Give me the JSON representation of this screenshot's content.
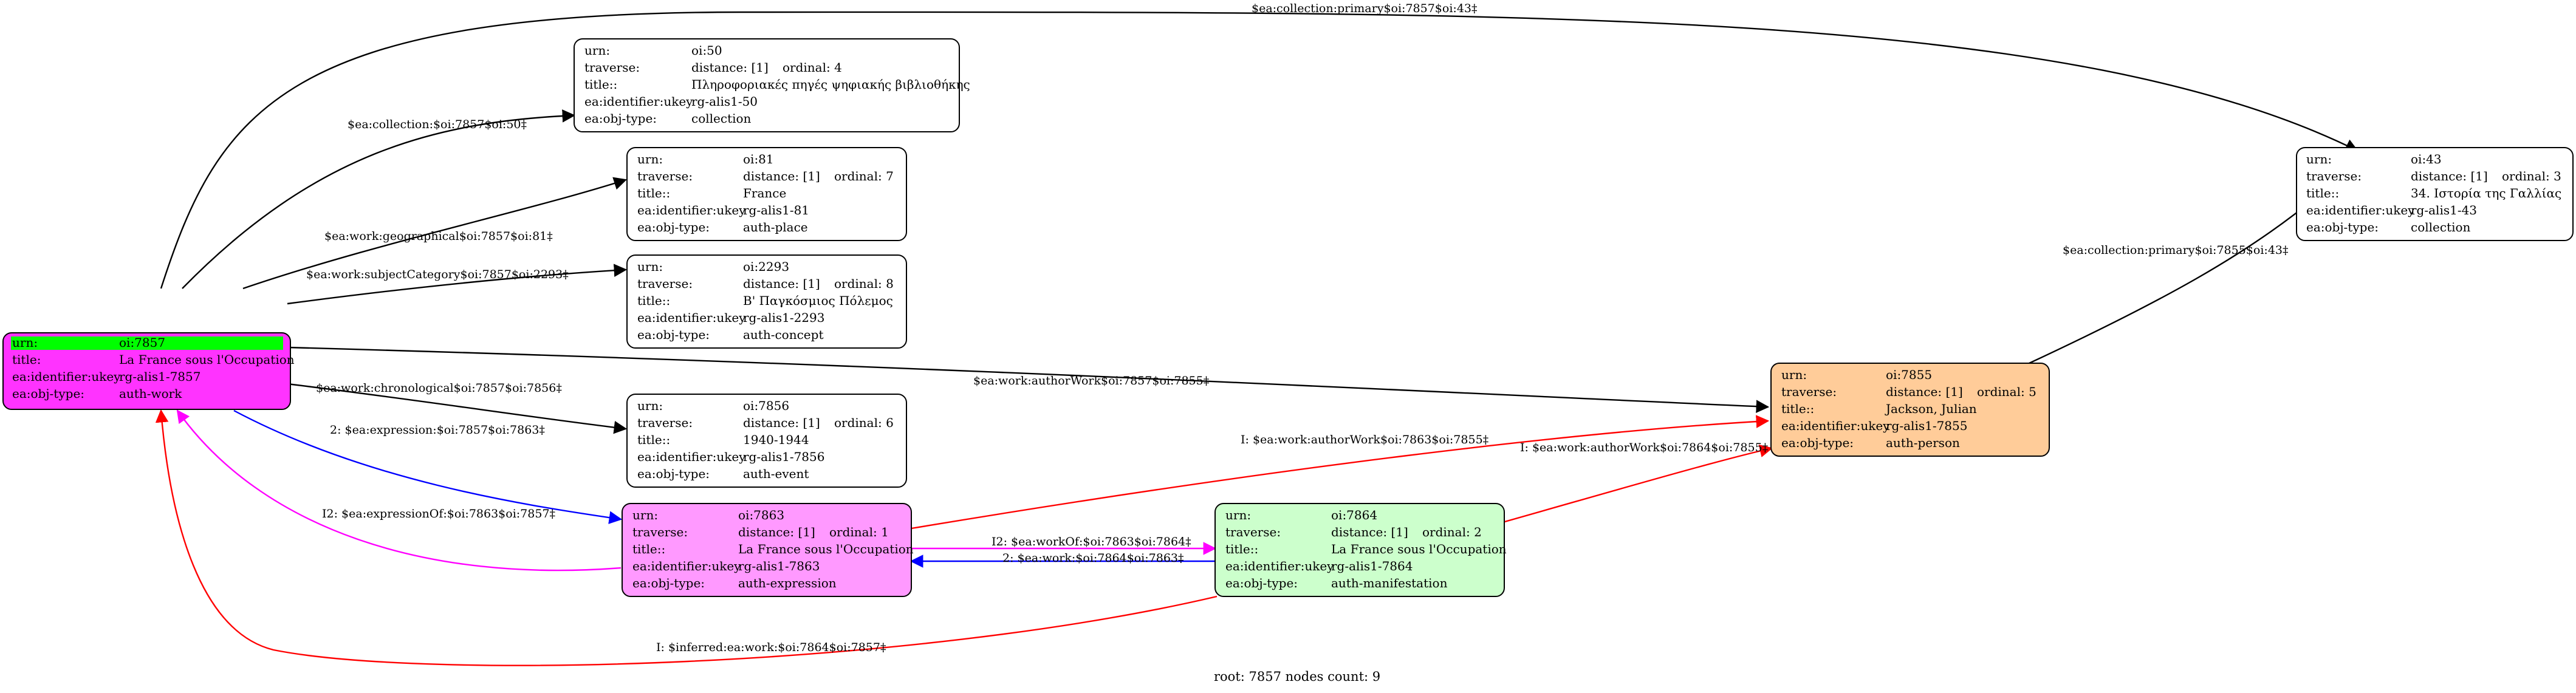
{
  "caption": "root: 7857 nodes count: 9",
  "colors": {
    "root_fill": "#ff33ff",
    "root_urn_highlight": "#00ff00",
    "expression_fill": "#ff99ff",
    "manifestation_fill": "#ccffcc",
    "person_fill": "#ffcc99",
    "default_fill": "#ffffff",
    "edge_black": "#000000",
    "edge_red": "#ff0000",
    "edge_blue": "#0000ff",
    "edge_magenta": "#ff00ff"
  },
  "nodes": {
    "n7857": {
      "urn_k": "urn:",
      "urn_v": "oi:7857",
      "title_k": "title:",
      "title_v": "La France sous l'Occupation",
      "ukey_k": "ea:identifier:ukey",
      "ukey_v": "rg-alis1-7857",
      "type_k": "ea:obj-type:",
      "type_v": "auth-work"
    },
    "n50": {
      "urn_k": "urn:",
      "urn_v": "oi:50",
      "trav_k": "traverse:",
      "dist_v": "distance: [1]",
      "ord_v": "ordinal: 4",
      "title_k": "title::",
      "title_v": "Πληροφοριακές πηγές ψηφιακής βιβλιοθήκης",
      "ukey_k": "ea:identifier:ukey",
      "ukey_v": "rg-alis1-50",
      "type_k": "ea:obj-type:",
      "type_v": "collection"
    },
    "n81": {
      "urn_k": "urn:",
      "urn_v": "oi:81",
      "trav_k": "traverse:",
      "dist_v": "distance: [1]",
      "ord_v": "ordinal: 7",
      "title_k": "title::",
      "title_v": "France",
      "ukey_k": "ea:identifier:ukey",
      "ukey_v": "rg-alis1-81",
      "type_k": "ea:obj-type:",
      "type_v": "auth-place"
    },
    "n2293": {
      "urn_k": "urn:",
      "urn_v": "oi:2293",
      "trav_k": "traverse:",
      "dist_v": "distance: [1]",
      "ord_v": "ordinal: 8",
      "title_k": "title::",
      "title_v": "Β' Παγκόσμιος Πόλεμος",
      "ukey_k": "ea:identifier:ukey",
      "ukey_v": "rg-alis1-2293",
      "type_k": "ea:obj-type:",
      "type_v": "auth-concept"
    },
    "n7856": {
      "urn_k": "urn:",
      "urn_v": "oi:7856",
      "trav_k": "traverse:",
      "dist_v": "distance: [1]",
      "ord_v": "ordinal: 6",
      "title_k": "title::",
      "title_v": "1940-1944",
      "ukey_k": "ea:identifier:ukey",
      "ukey_v": "rg-alis1-7856",
      "type_k": "ea:obj-type:",
      "type_v": "auth-event"
    },
    "n7863": {
      "urn_k": "urn:",
      "urn_v": "oi:7863",
      "trav_k": "traverse:",
      "dist_v": "distance: [1]",
      "ord_v": "ordinal: 1",
      "title_k": "title::",
      "title_v": "La France sous l'Occupation",
      "ukey_k": "ea:identifier:ukey",
      "ukey_v": "rg-alis1-7863",
      "type_k": "ea:obj-type:",
      "type_v": "auth-expression"
    },
    "n7864": {
      "urn_k": "urn:",
      "urn_v": "oi:7864",
      "trav_k": "traverse:",
      "dist_v": "distance: [1]",
      "ord_v": "ordinal: 2",
      "title_k": "title::",
      "title_v": "La France sous l'Occupation",
      "ukey_k": "ea:identifier:ukey",
      "ukey_v": "rg-alis1-7864",
      "type_k": "ea:obj-type:",
      "type_v": "auth-manifestation"
    },
    "n7855": {
      "urn_k": "urn:",
      "urn_v": "oi:7855",
      "trav_k": "traverse:",
      "dist_v": "distance: [1]",
      "ord_v": "ordinal: 5",
      "title_k": "title::",
      "title_v": "Jackson, Julian",
      "ukey_k": "ea:identifier:ukey",
      "ukey_v": "rg-alis1-7855",
      "type_k": "ea:obj-type:",
      "type_v": "auth-person"
    },
    "n43": {
      "urn_k": "urn:",
      "urn_v": "oi:43",
      "trav_k": "traverse:",
      "dist_v": "distance: [1]",
      "ord_v": "ordinal: 3",
      "title_k": "title::",
      "title_v": "34. Ιστορία της Γαλλίας",
      "ukey_k": "ea:identifier:ukey",
      "ukey_v": "rg-alis1-43",
      "type_k": "ea:obj-type:",
      "type_v": "collection"
    }
  },
  "edges": {
    "e_primary_43": "$ea:collection:primary$oi:7857$oi:43‡",
    "e_collection_50": "$ea:collection:$oi:7857$oi:50‡",
    "e_geo_81": "$ea:work:geographical$oi:7857$oi:81‡",
    "e_subject_2293": "$ea:work:subjectCategory$oi:7857$oi:2293‡",
    "e_chrono_7856": "$ea:work:chronological$oi:7857$oi:7856‡",
    "e_author_7855": "$ea:work:authorWork$oi:7857$oi:7855‡",
    "e_expression_7863": "2: $ea:expression:$oi:7857$oi:7863‡",
    "e_expressionOf": "I2: $ea:expressionOf:$oi:7863$oi:7857‡",
    "e_author_7863": "I: $ea:work:authorWork$oi:7863$oi:7855‡",
    "e_author_7864": "I: $ea:work:authorWork$oi:7864$oi:7855‡",
    "e_workOf_7864": "I2: $ea:workOf:$oi:7863$oi:7864‡",
    "e_work_7863": "2: $ea:work:$oi:7864$oi:7863‡",
    "e_primary_7855_43": "$ea:collection:primary$oi:7855$oi:43‡",
    "e_inferred": "I: $inferred:ea:work:$oi:7864$oi:7857‡"
  }
}
